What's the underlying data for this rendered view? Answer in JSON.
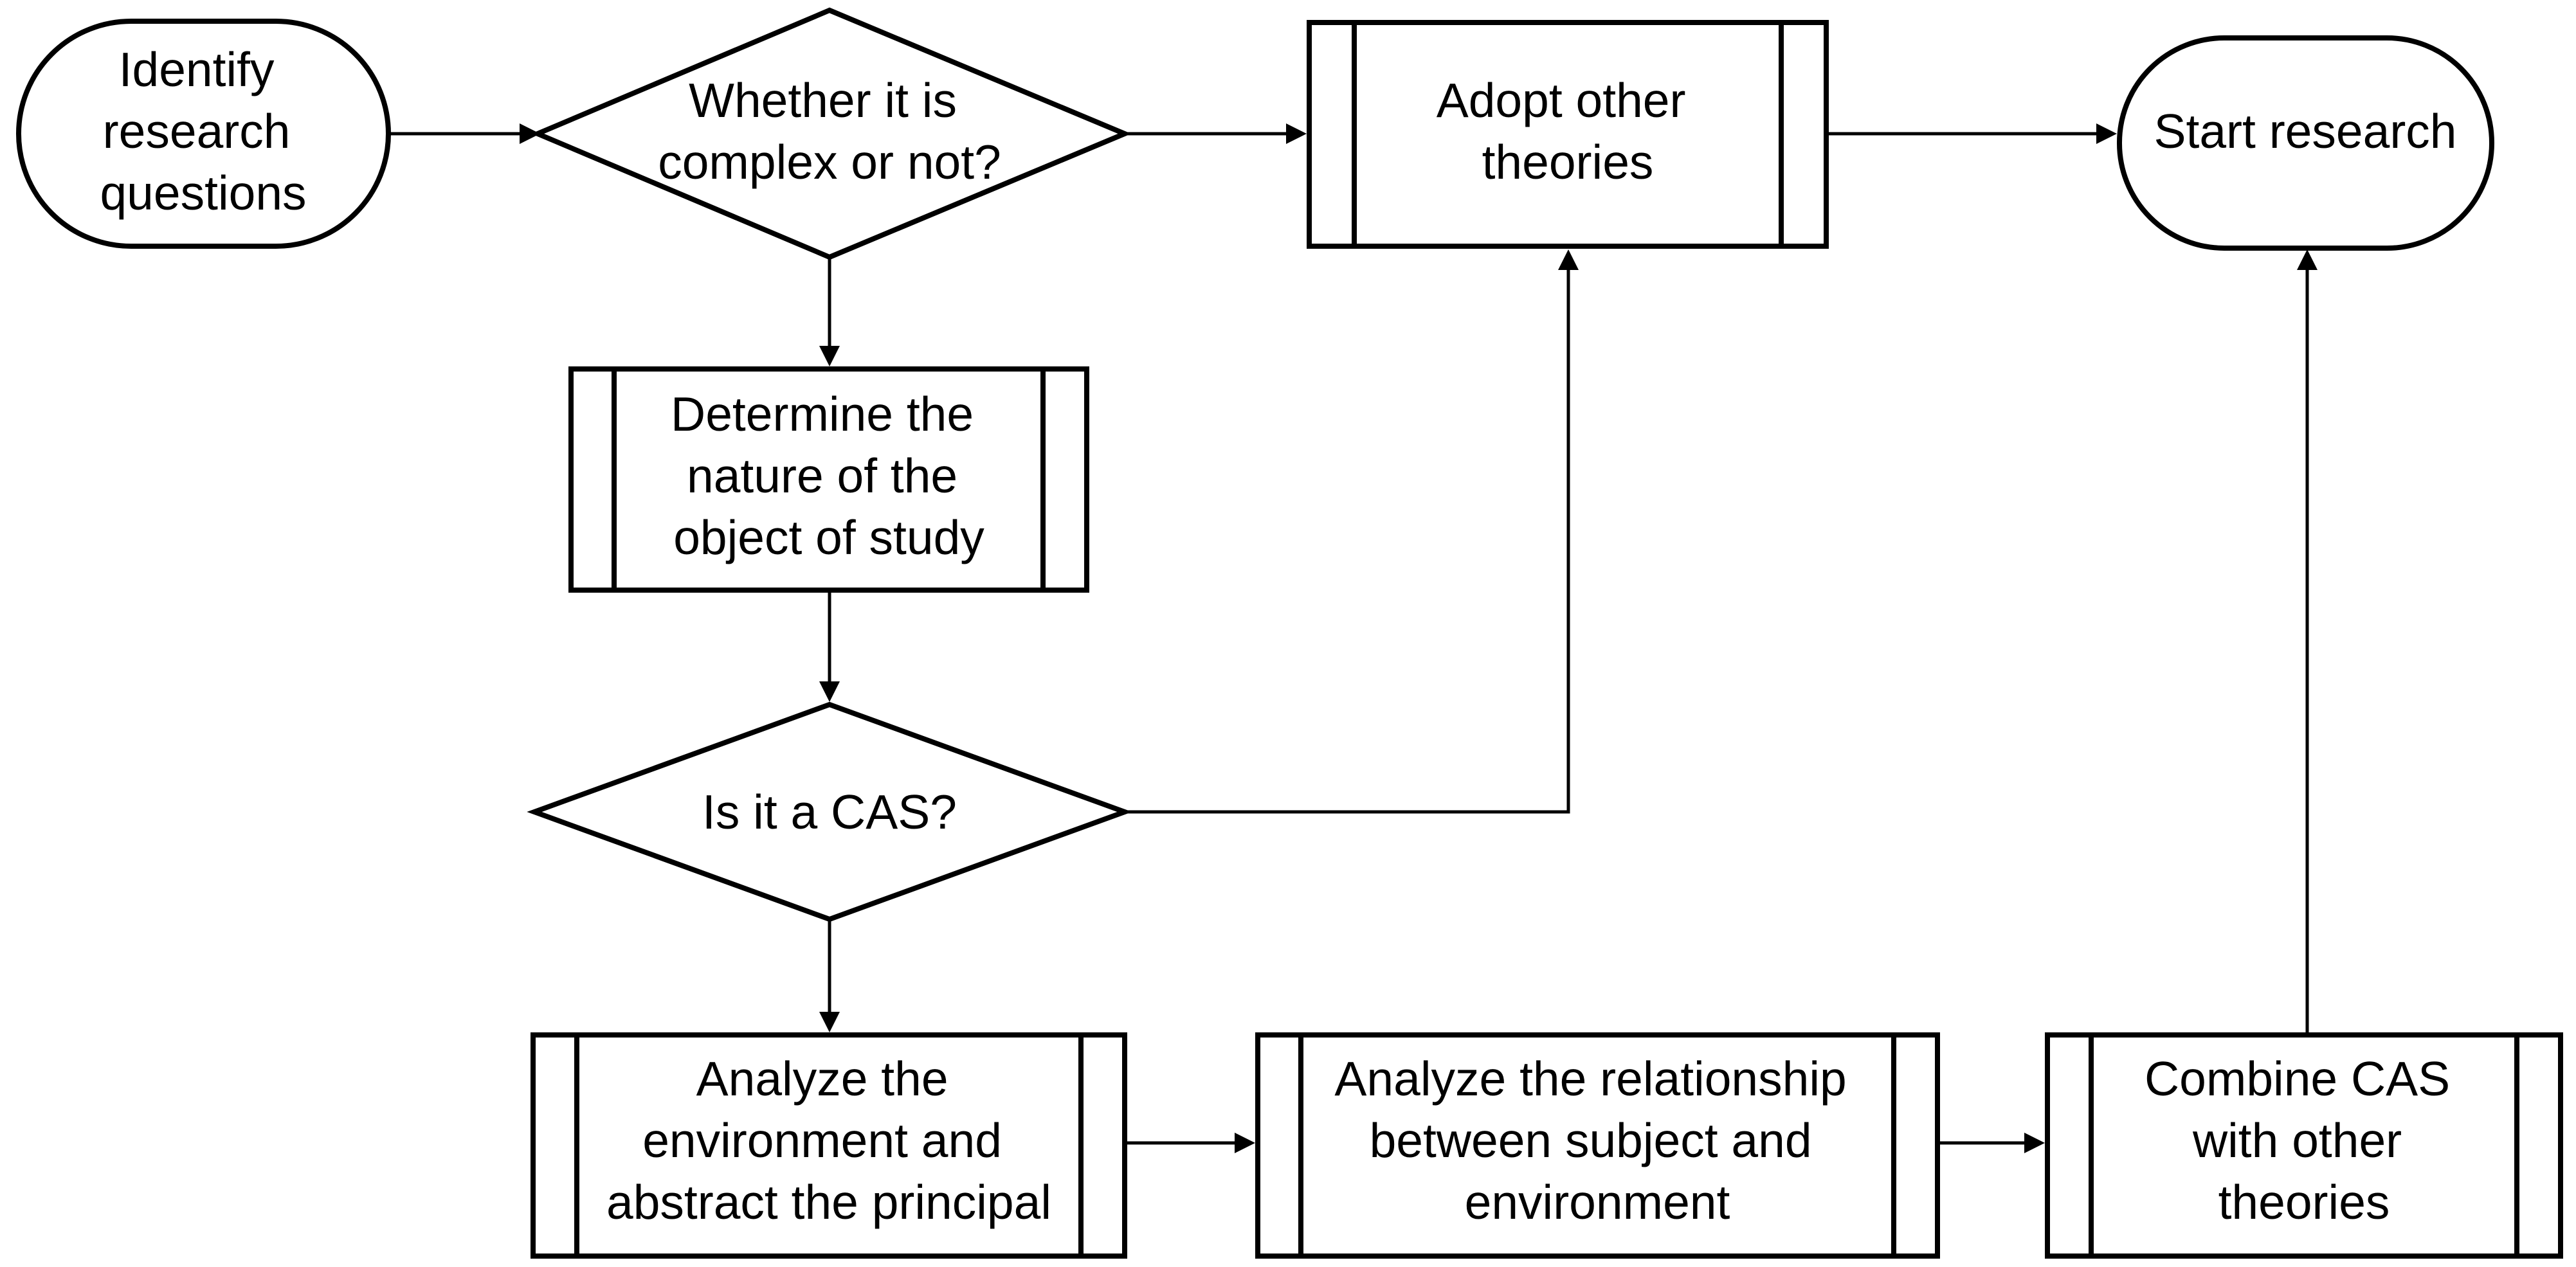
{
  "diagram": {
    "nodes": {
      "identify": {
        "lines": [
          "Identify",
          "research",
          "questions"
        ]
      },
      "complex": {
        "lines": [
          "Whether it is",
          "complex or not?"
        ]
      },
      "adopt": {
        "lines": [
          "Adopt other",
          "theories"
        ]
      },
      "start": {
        "lines": [
          "Start research"
        ]
      },
      "determine": {
        "lines": [
          "Determine the",
          "nature of the",
          "object of study"
        ]
      },
      "cas": {
        "lines": [
          "Is it a CAS?"
        ]
      },
      "analyze_env": {
        "lines": [
          "Analyze the",
          "environment and",
          "abstract the principal"
        ]
      },
      "analyze_rel": {
        "lines": [
          "Analyze the relationship",
          "between subject and",
          "environment"
        ]
      },
      "combine": {
        "lines": [
          "Combine CAS",
          "with other",
          "theories"
        ]
      }
    }
  }
}
